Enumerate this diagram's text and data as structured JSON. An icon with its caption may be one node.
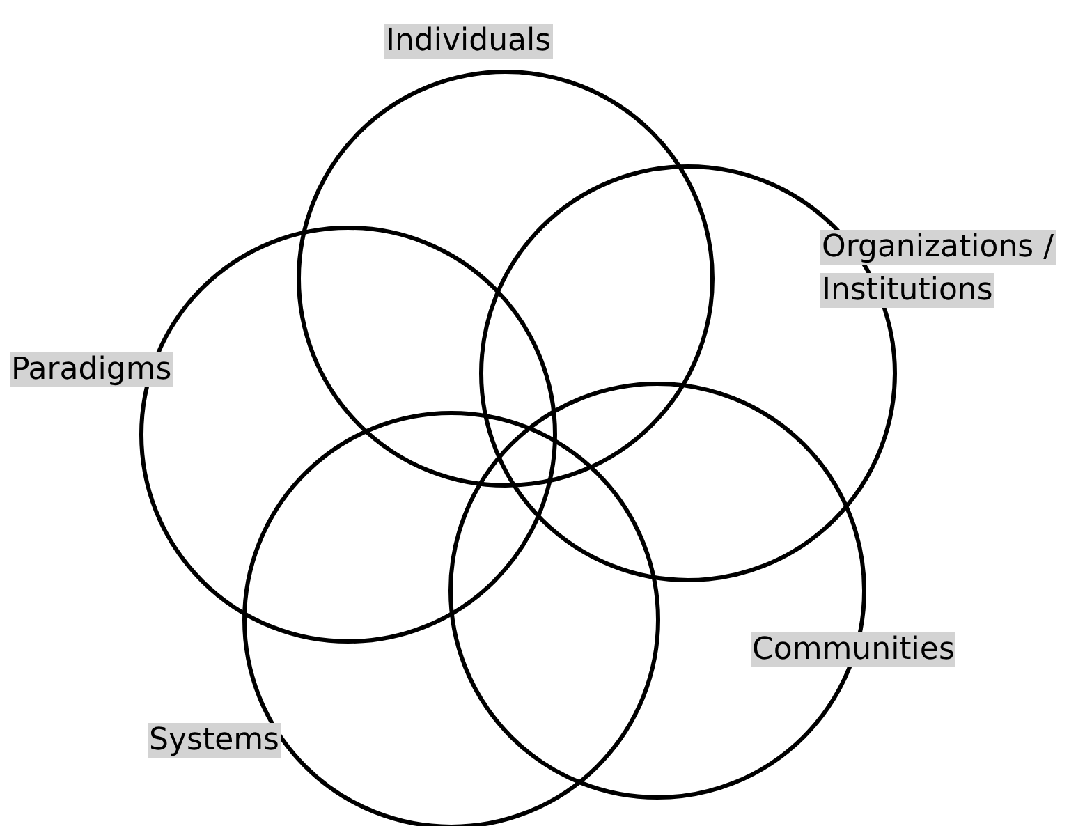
{
  "diagram": {
    "nodes": [
      {
        "text": [
          "Individuals"
        ]
      },
      {
        "text": [
          "Organizations / Institutions"
        ]
      },
      {
        "text": [
          "Paradigms"
        ]
      },
      {
        "text": [
          "Communities"
        ]
      },
      {
        "text": [
          "Systems"
        ]
      }
    ]
  }
}
